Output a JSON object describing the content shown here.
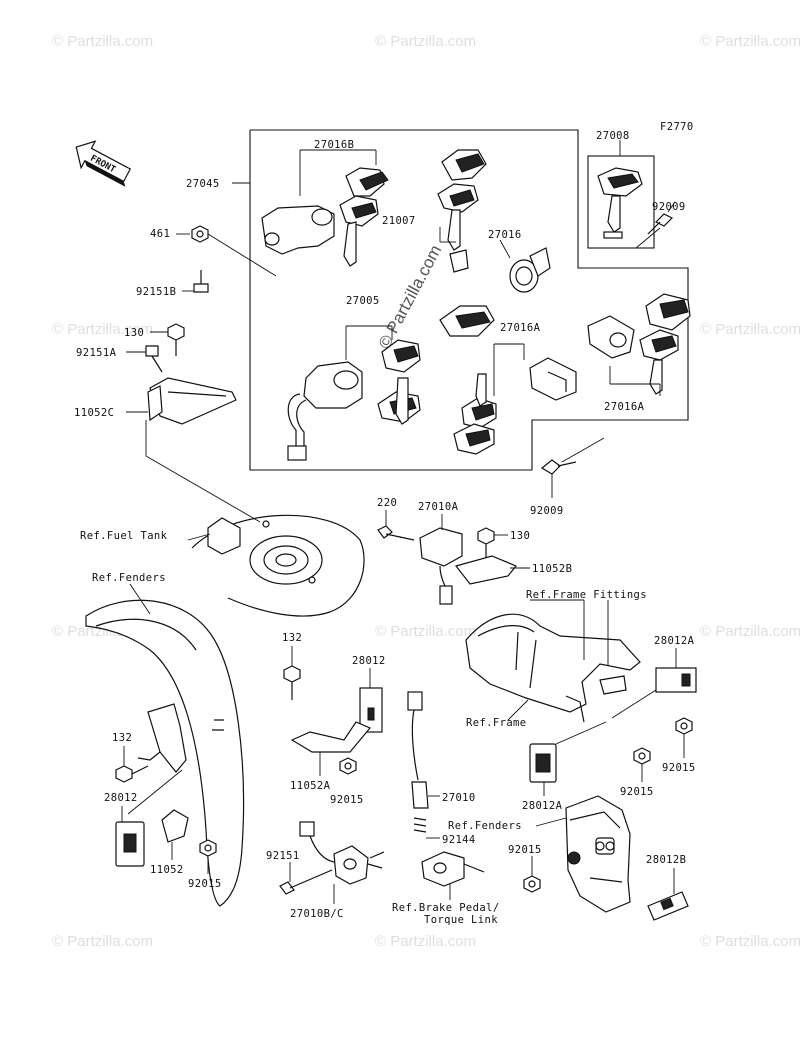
{
  "figure_code": "F2770",
  "watermark_text": "© Partzilla.com",
  "center_watermark": "© Partzilla.com",
  "front_arrow": "FRONT",
  "labels": {
    "p27045": "27045",
    "p27016B": "27016B",
    "p21007": "21007",
    "p27016": "27016",
    "p27008": "27008",
    "p92009_top": "92009",
    "p461": "461",
    "p92151B": "92151B",
    "p27005": "27005",
    "p27016A_mid": "27016A",
    "p27016A_right": "27016A",
    "p130_left": "130",
    "p92151A": "92151A",
    "p11052C": "11052C",
    "p92009_mid": "92009",
    "p220": "220",
    "p27010A": "27010A",
    "p130_mid": "130",
    "p11052B": "11052B",
    "ref_fuel_tank": "Ref.Fuel Tank",
    "ref_fenders_left": "Ref.Fenders",
    "ref_frame_fittings": "Ref.Frame Fittings",
    "p132_top": "132",
    "p28012_mid": "28012",
    "p28012A_top": "28012A",
    "ref_frame": "Ref.Frame",
    "p132_left": "132",
    "p11052A": "11052A",
    "p92015_mid": "92015",
    "p92015_right": "92015",
    "p28012_left": "28012",
    "p27010": "27010",
    "p28012A_mid": "28012A",
    "p92015_rmid": "92015",
    "ref_fenders_right": "Ref.Fenders",
    "p92144": "92144",
    "p11052": "11052",
    "p92015_left": "92015",
    "p92015_rlow": "92015",
    "p28012B": "28012B",
    "p92151": "92151",
    "ref_brake_pedal_1": "Ref.Brake Pedal/",
    "ref_brake_pedal_2": "Torque Link",
    "p27010BC": "27010B/C"
  }
}
